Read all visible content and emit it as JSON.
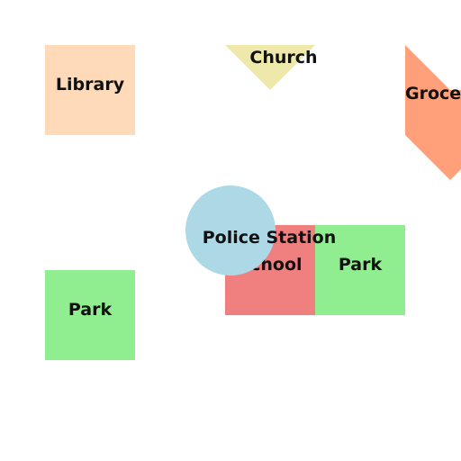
{
  "map": {
    "places": [
      {
        "key": "library",
        "label": "Library",
        "shape": "square",
        "color": "#FFDAB9"
      },
      {
        "key": "church",
        "label": "Church",
        "shape": "triangle-down",
        "color": "#EEE8AA"
      },
      {
        "key": "grocery",
        "label": "Groce",
        "shape": "hexagon",
        "color": "#FFA07A"
      },
      {
        "key": "school",
        "label": "School",
        "shape": "square",
        "color": "#F08080"
      },
      {
        "key": "park-east",
        "label": "Park",
        "shape": "square",
        "color": "#90EE90"
      },
      {
        "key": "police-station",
        "label": "Police Station",
        "shape": "circle",
        "color": "#ADD8E6"
      },
      {
        "key": "park-west",
        "label": "Park",
        "shape": "square",
        "color": "#90EE90"
      }
    ]
  }
}
